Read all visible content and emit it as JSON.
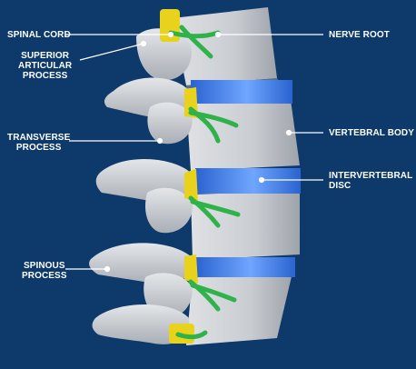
{
  "labels": {
    "spinal_cord": "SPINAL CORD",
    "superior_articular_process": "SUPERIOR\nARTICULAR\nPROCESS",
    "transverse_process": "TRANSVERSE\nPROCESS",
    "spinous_process": "SPINOUS\nPROCESS",
    "nerve_root": "NERVE ROOT",
    "vertebral_body": "VERTEBRAL BODY",
    "intervertebral_disc": "INTERVERTEBRAL\nDISC"
  },
  "colors": {
    "background": "#0d3a6a",
    "bone": "#c9ccd1",
    "bone_shadow": "#9ea3aa",
    "disc": "#2d6fe0",
    "nerve": "#2fb24a",
    "cord": "#e9d21c",
    "leader": "#ffffff"
  }
}
